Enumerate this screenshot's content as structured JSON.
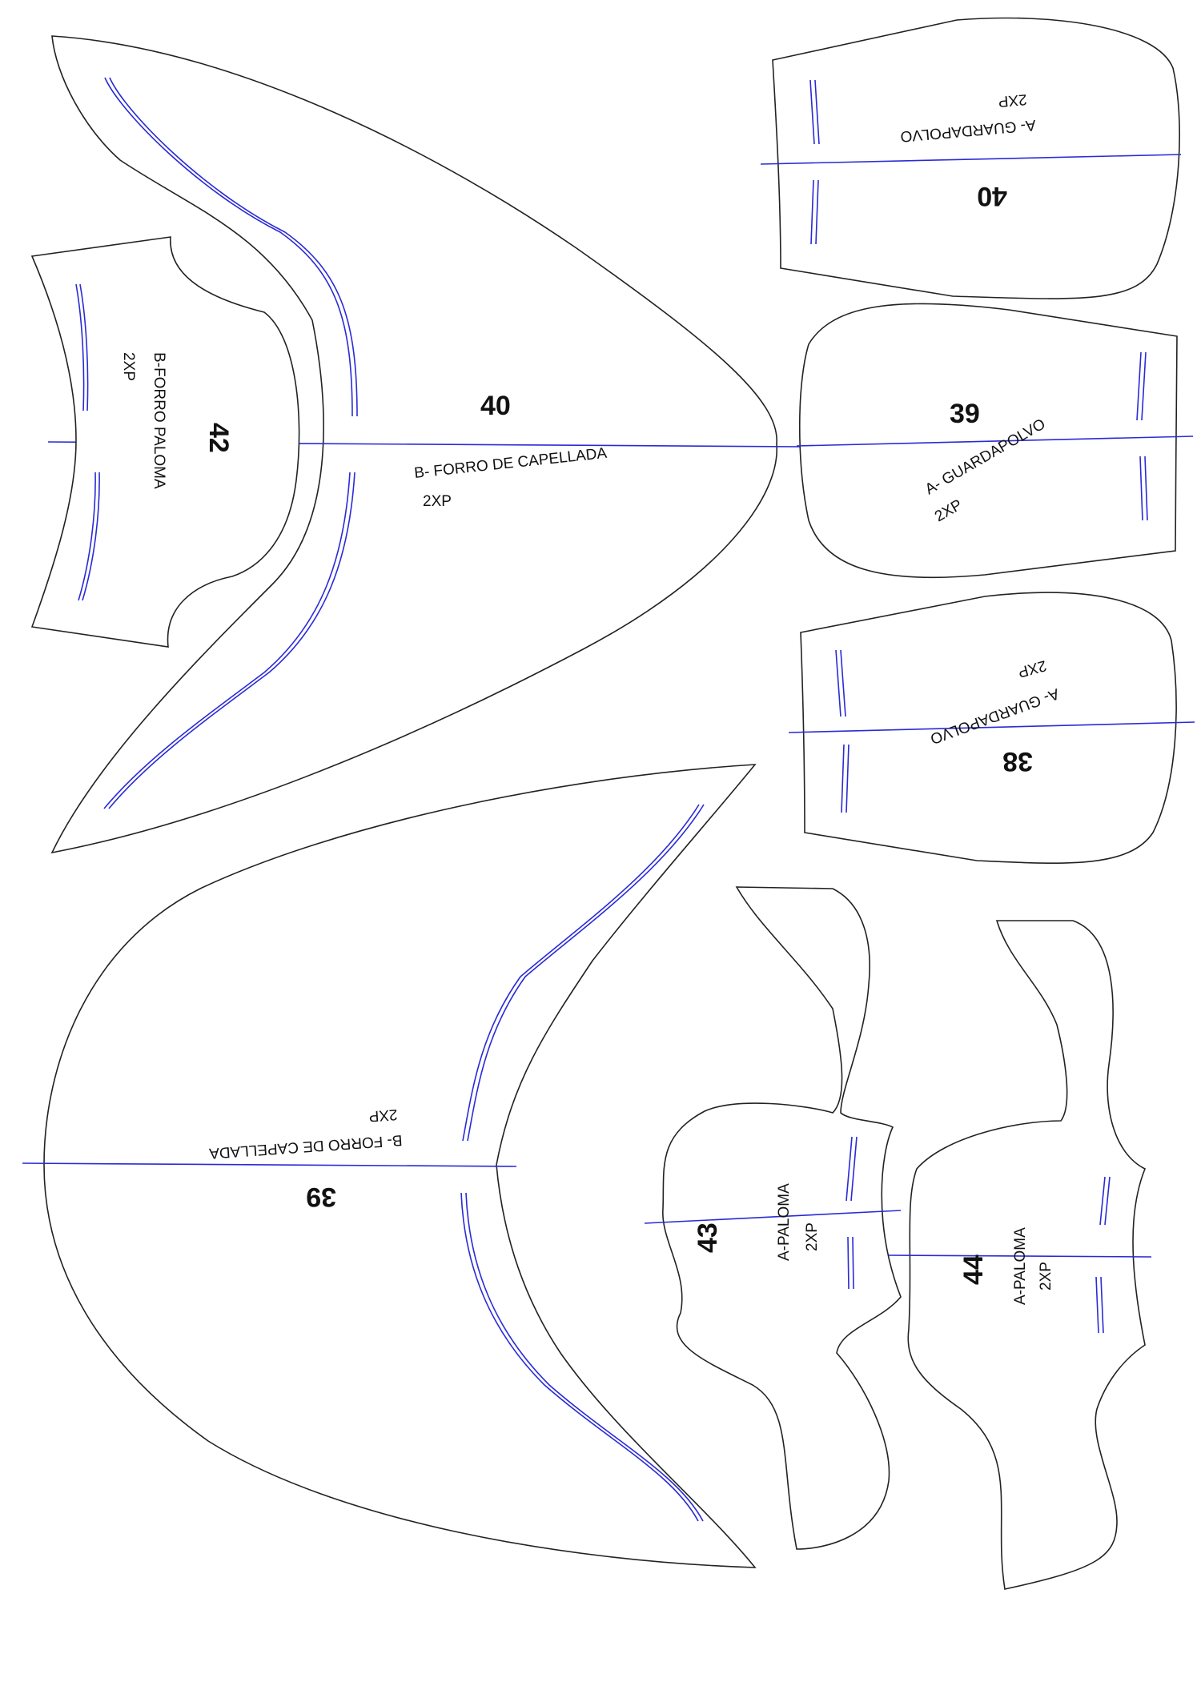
{
  "pieces": [
    {
      "id": "forro-capellada-40",
      "size": "40",
      "label": "B- FORRO DE CAPELLADA",
      "qty": "2XP"
    },
    {
      "id": "forro-paloma-42",
      "size": "42",
      "label": "B-FORRO PALOMA",
      "qty": "2XP"
    },
    {
      "id": "guardapolvo-40",
      "size": "40",
      "label": "A- GUARDAPOLVO",
      "qty": "2XP"
    },
    {
      "id": "guardapolvo-39",
      "size": "39",
      "label": "A- GUARDAPOLVO",
      "qty": "2XP"
    },
    {
      "id": "guardapolvo-38",
      "size": "38",
      "label": "A- GUARDAPOLVO",
      "qty": "2XP"
    },
    {
      "id": "forro-capellada-39",
      "size": "39",
      "label": "B- FORRO DE CAPELLADA",
      "qty": "2XP"
    },
    {
      "id": "paloma-43",
      "size": "43",
      "label": "A-PALOMA",
      "qty": "2XP"
    },
    {
      "id": "paloma-44",
      "size": "44",
      "label": "A-PALOMA",
      "qty": "2XP"
    }
  ],
  "colors": {
    "outline": "#222222",
    "guide": "#2a2ad6",
    "background": "#ffffff"
  }
}
